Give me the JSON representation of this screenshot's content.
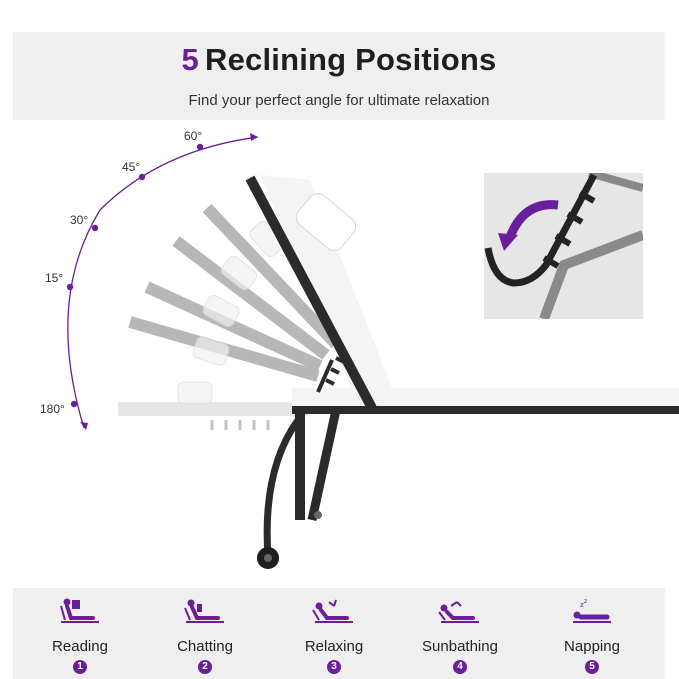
{
  "header": {
    "title_number": "5",
    "title_text": "Reclining Positions",
    "subtitle": "Find your perfect angle for ultimate relaxation"
  },
  "angles": [
    "60°",
    "45°",
    "30°",
    "15°",
    "180°"
  ],
  "positions": [
    {
      "label": "Reading",
      "number": "1",
      "icon": "reading-figure-icon"
    },
    {
      "label": "Chatting",
      "number": "2",
      "icon": "chatting-figure-icon"
    },
    {
      "label": "Relaxing",
      "number": "3",
      "icon": "relaxing-figure-icon"
    },
    {
      "label": "Sunbathing",
      "number": "4",
      "icon": "sunbathing-figure-icon"
    },
    {
      "label": "Napping",
      "number": "5",
      "icon": "napping-figure-icon"
    }
  ],
  "colors": {
    "accent": "#6a1f9a",
    "frame": "#2b2b2b",
    "panel": "#efefef"
  }
}
